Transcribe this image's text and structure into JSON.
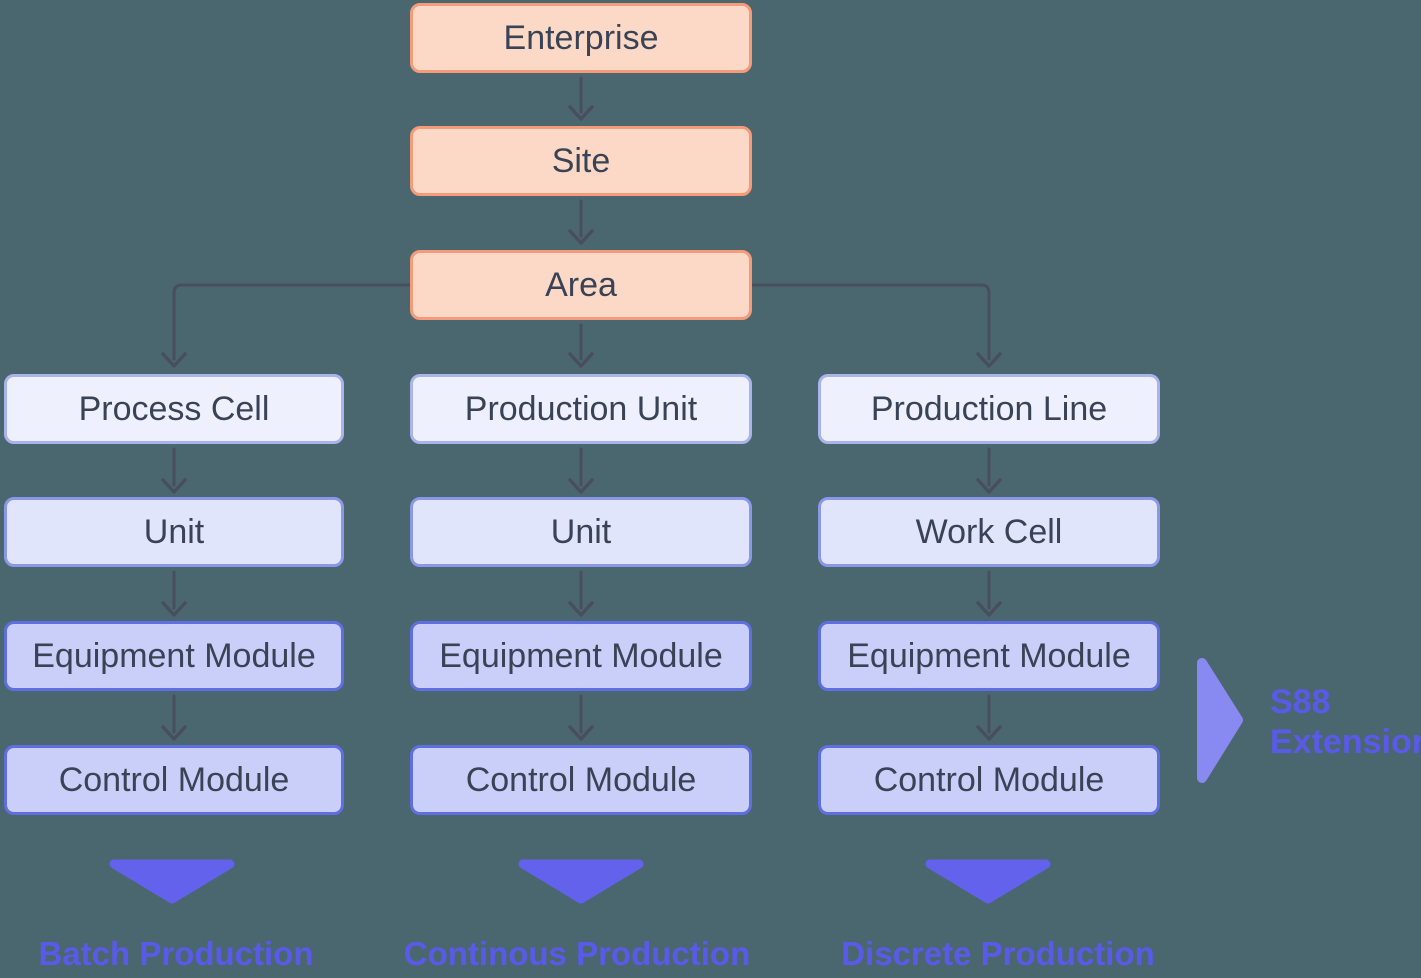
{
  "background": "#4A6770",
  "palette": {
    "top_box_fill": "#FCD9C7",
    "top_box_border": "#F59B79",
    "tier2_fill": "#EEF1FD",
    "tier2_border": "#A9B4ED",
    "tier3_fill": "#E1E5FB",
    "tier3_border": "#8B97E9",
    "tier4_fill": "#C9CFF8",
    "tier4_border": "#5F6EE1",
    "box_text": "#3A4356",
    "connector": "#484E5F",
    "caption_text": "#5A5AE8",
    "caption_triangle": "#6262EC",
    "s88_triangle": "#8989F2"
  },
  "top_chain": {
    "enterprise": "Enterprise",
    "site": "Site",
    "area": "Area"
  },
  "columns": {
    "batch": {
      "levels": {
        "l1": "Process Cell",
        "l2": "Unit",
        "l3": "Equipment Module",
        "l4": "Control Module"
      },
      "caption": "Batch Production"
    },
    "continuous": {
      "levels": {
        "l1": "Production Unit",
        "l2": "Unit",
        "l3": "Equipment Module",
        "l4": "Control Module"
      },
      "caption": "Continous Production"
    },
    "discrete": {
      "levels": {
        "l1": "Production Line",
        "l2": "Work Cell",
        "l3": "Equipment Module",
        "l4": "Control Module"
      },
      "caption": "Discrete Production"
    }
  },
  "s88_note": {
    "line1": "S88",
    "line2": "Extension"
  }
}
